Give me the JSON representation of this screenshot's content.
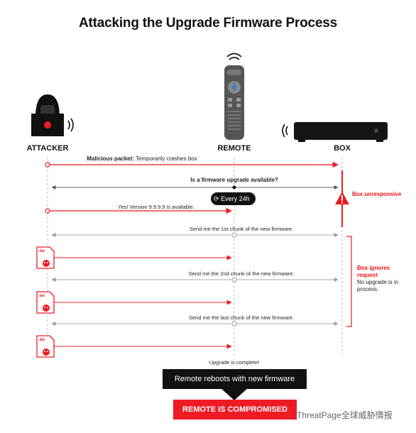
{
  "title": "Attacking the Upgrade Firmware Process",
  "actors": {
    "attacker": "ATTACKER",
    "remote": "REMOTE",
    "box": "BOX"
  },
  "messages": {
    "m1_bold": "Malicious packet:",
    "m1_rest": " Temporarily crashes box",
    "m2": "Is a firmware upgrade available?",
    "every": "Every 24h",
    "m3": "Yes! Version 9.9.9.9 is available.",
    "m4": "Send me the 1st chunk of the new firmware.",
    "m5": "Send me the 2nd chunk of the new firmware.",
    "m6": "Send me the last chunk of the new firmware.",
    "m7": "Upgrade is complete!"
  },
  "box_notes": {
    "unresponsive": "Box unresponsive",
    "ignores_title": "Box ignores request",
    "ignores_body": "No upgrade is in process."
  },
  "file_label": ".dat",
  "final": {
    "reboot": "Remote reboots with new firmware",
    "compromised": "REMOTE IS COMPROMISED"
  },
  "watermark": "ThreatPage全球威胁情报",
  "colors": {
    "red": "#ee1b24",
    "gray": "#9a9a9a",
    "black": "#111111"
  }
}
